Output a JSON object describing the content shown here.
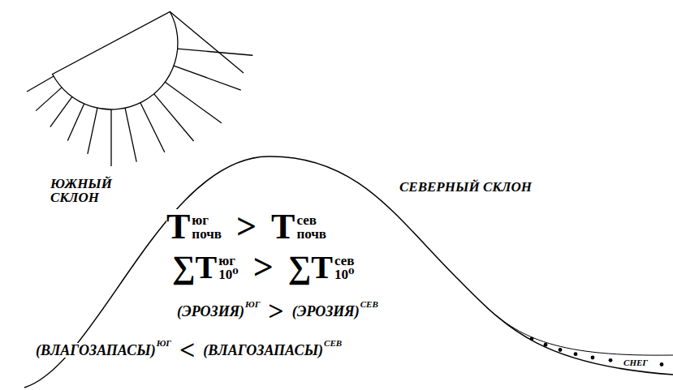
{
  "diagram": {
    "labels": [
      "ЮЖНЫЙ СКЛОН",
      "СЕВЕРНЫЙ СКЛОН",
      "T",
      "юг",
      "почв",
      ">",
      "T",
      "сев",
      "почв",
      "∑T",
      "юг",
      "10⁰",
      ">",
      "∑T",
      "сев",
      "10⁰",
      "(ЭРОЗИЯ)",
      "ЮГ",
      ">",
      "(ЭРОЗИЯ)",
      "СЕВ",
      "(ВЛАГОЗАПАСЫ)",
      "ЮГ",
      "<",
      "(ВЛАГОЗАПАСЫ)",
      "СЕВ",
      "СНЕГ"
    ]
  }
}
